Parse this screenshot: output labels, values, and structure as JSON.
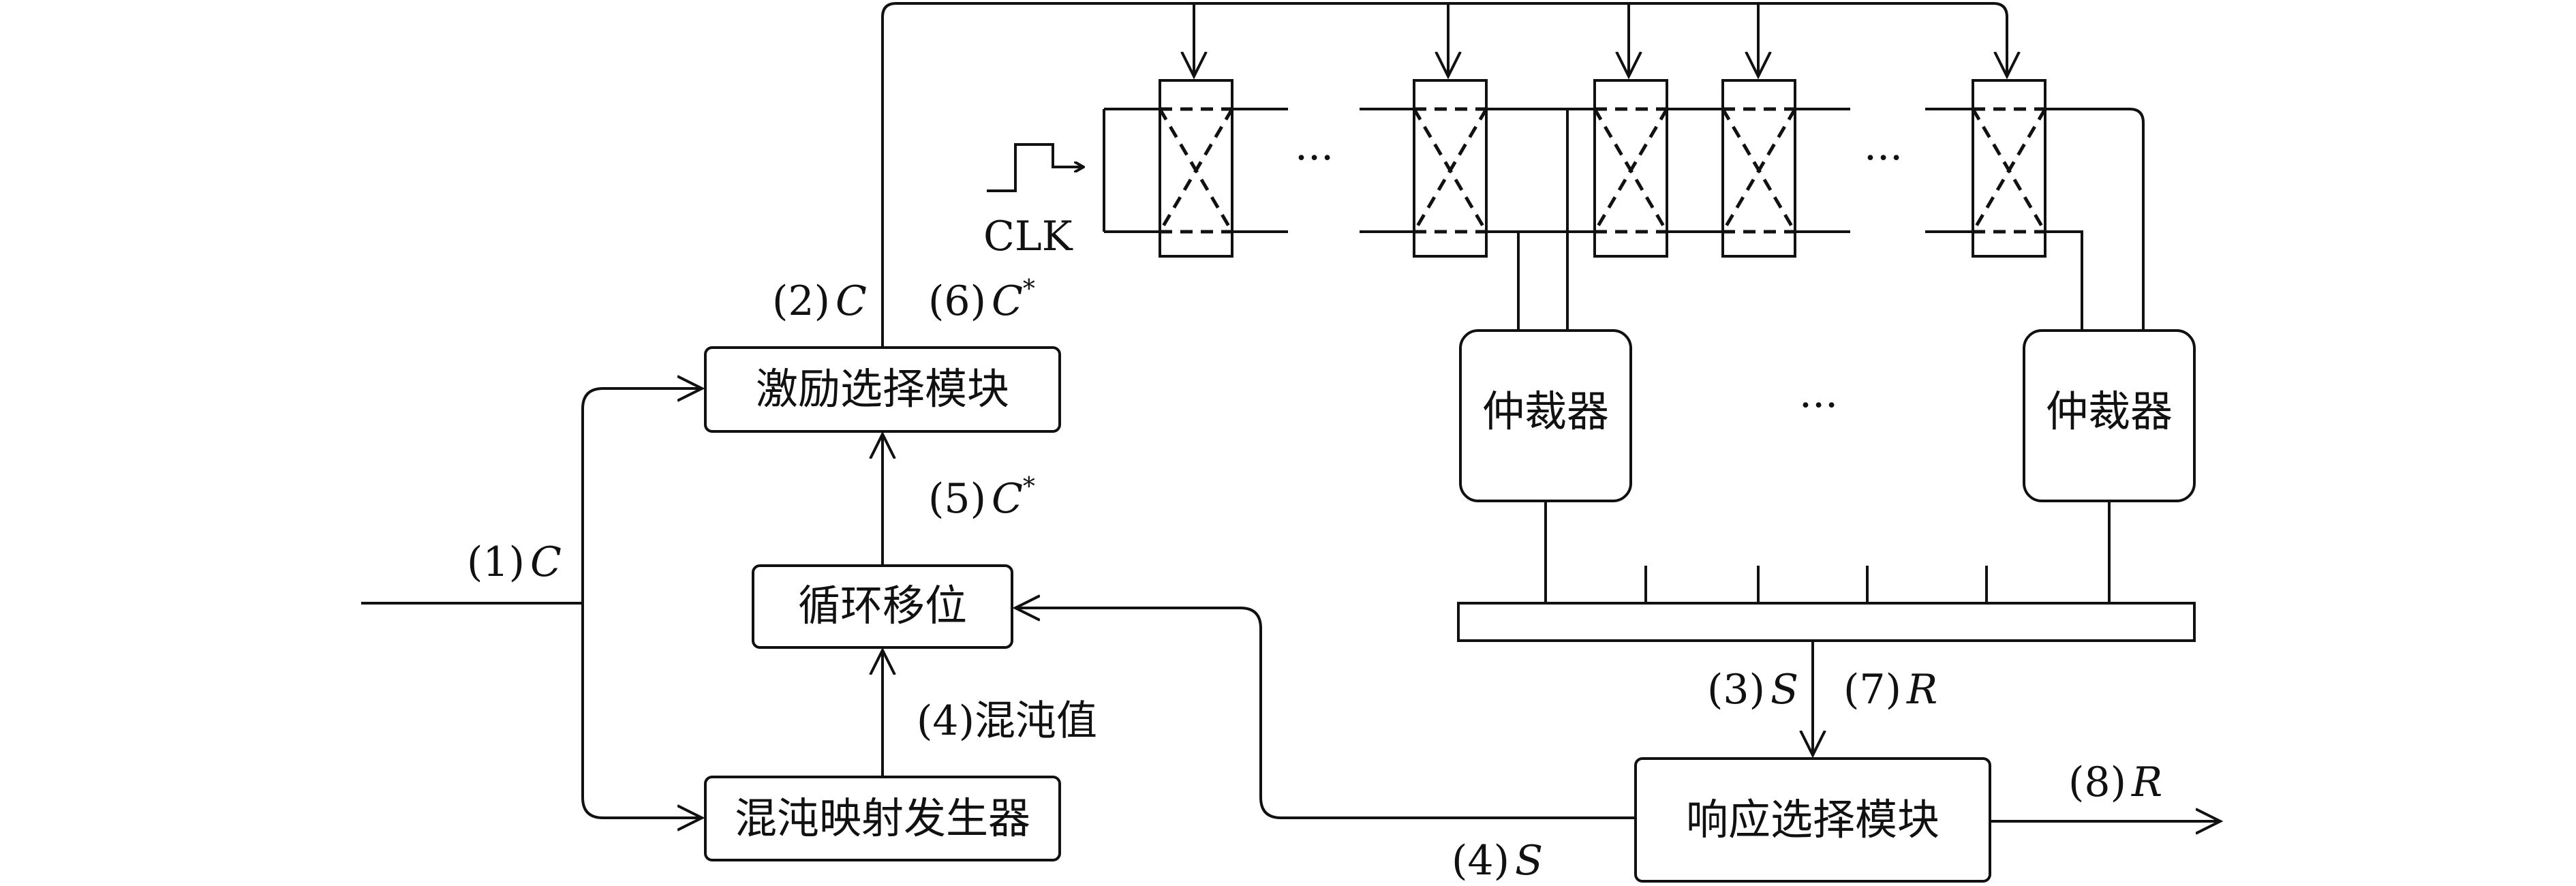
{
  "blocks": {
    "excitation_select": "激励选择模块",
    "cyclic_shift": "循环移位",
    "chaos_generator": "混沌映射发生器",
    "arbiter_left": "仲裁器",
    "arbiter_right": "仲裁器",
    "response_select": "响应选择模块"
  },
  "signals": {
    "s1_num": "(1)",
    "s1_var": "C",
    "s2_num": "(2)",
    "s2_var": "C",
    "s6_num": "(6)",
    "s6_var": "C",
    "s6_sup": "*",
    "s5_num": "(5)",
    "s5_var": "C",
    "s5_sup": "*",
    "s4_chaos": "(4)混沌值",
    "s3_num": "(3)",
    "s3_var": "S",
    "s7_num": "(7)",
    "s7_var": "R",
    "s8_num": "(8)",
    "s8_var": "R",
    "s4s_num": "(4)",
    "s4s_var": "S"
  },
  "clock_label": "CLK",
  "ellipsis": {
    "chain_left": "···",
    "chain_right": "···",
    "arbiters": "···"
  }
}
